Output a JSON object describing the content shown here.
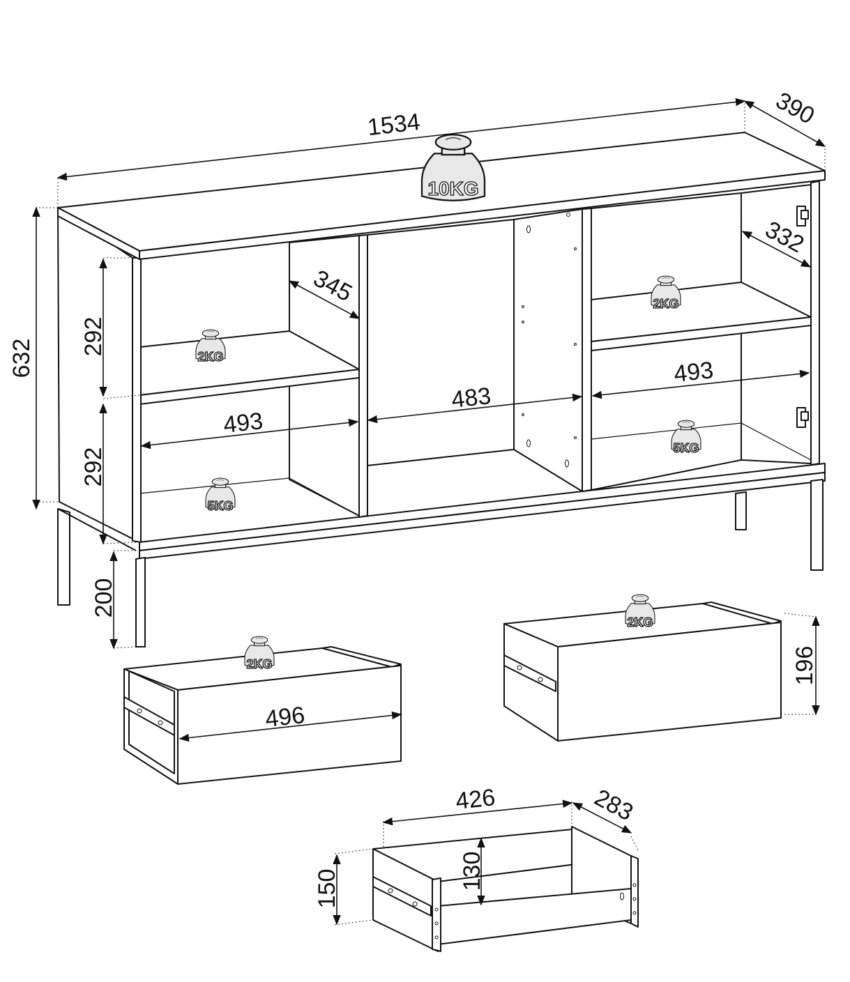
{
  "dimensions": {
    "width": "1534",
    "depth": "390",
    "height": "632",
    "upper_shelf_height": "292",
    "lower_shelf_height": "292",
    "left_shelf_depth": "345",
    "right_shelf_depth": "332",
    "left_compartment_width": "493",
    "middle_compartment_width": "483",
    "right_compartment_width": "493",
    "leg_height": "200",
    "drawer_front_width": "496",
    "drawer_front_height": "196",
    "drawer_box_width": "426",
    "drawer_box_depth": "283",
    "drawer_box_height": "150",
    "drawer_inner_height": "130"
  },
  "load_limits": {
    "top": "10KG",
    "left_upper_shelf": "2KG",
    "left_bottom": "5KG",
    "right_upper_shelf": "2KG",
    "right_bottom": "5KG",
    "left_drawer": "2KG",
    "right_drawer": "2KG"
  }
}
